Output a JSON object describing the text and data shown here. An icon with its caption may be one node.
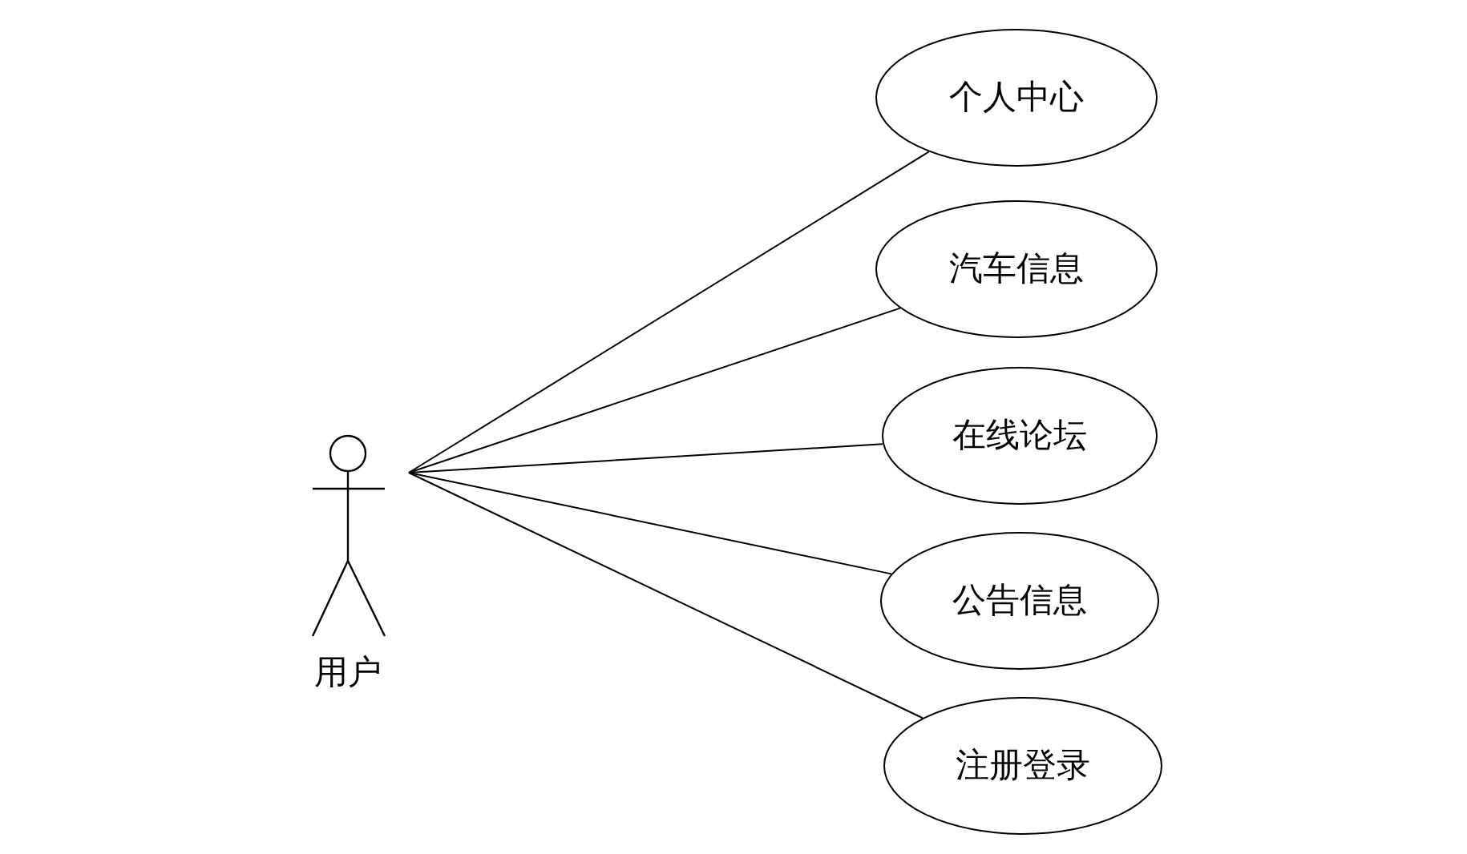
{
  "diagram": {
    "nodes": [
      {
        "text": [
          "用户"
        ]
      },
      {
        "text": [
          "个人中心"
        ]
      },
      {
        "text": [
          "汽车信息"
        ]
      },
      {
        "text": [
          "在线论坛"
        ]
      },
      {
        "text": [
          "公告信息"
        ]
      },
      {
        "text": [
          "注册登录"
        ]
      }
    ],
    "edges": [
      {
        "from": 0,
        "to": 1,
        "arrow": "none"
      },
      {
        "from": 0,
        "to": 2,
        "arrow": "none"
      },
      {
        "from": 0,
        "to": 3,
        "arrow": "none"
      },
      {
        "from": 0,
        "to": 4,
        "arrow": "none"
      },
      {
        "from": 0,
        "to": 5,
        "arrow": "none"
      }
    ]
  }
}
